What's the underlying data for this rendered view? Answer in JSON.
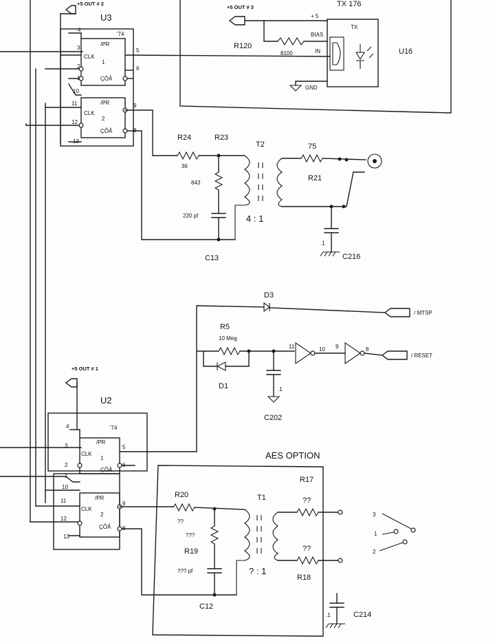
{
  "top": {
    "u3_power": "+5 OUT # 2",
    "u3_ref": "U3",
    "u3_type": "'74",
    "u3_pins": [
      "4",
      "3",
      "2",
      "1",
      "10",
      "11",
      "12",
      "13",
      "5",
      "6",
      "9",
      "8"
    ],
    "ff_pr": "/PR",
    "ff_clk": "CLK",
    "ff_q_bar": "ÇÕÅ",
    "ff1_num": "1",
    "ff2_num": "2",
    "tx_power": "+5 OUT # 3",
    "tx_title": "TX 176",
    "tx_plus5": "+ 5",
    "tx_label": "TX",
    "tx_bias": "BIAS",
    "tx_in": "IN",
    "tx_gnd": "GND",
    "tx_ref": "U16",
    "r120_ref": "R120",
    "r120_val": "8100",
    "r24_ref": "R24",
    "r24_val": "36",
    "r23_ref": "R23",
    "r23_val": "843",
    "c13_val": "220 pf",
    "c13_ref": "C13",
    "t2_ref": "T2",
    "t2_ratio": "4 : 1",
    "r21_val": "75",
    "r21_ref": "R21",
    "c216_val": ".1",
    "c216_ref": "C216"
  },
  "middle": {
    "d3_ref": "D3",
    "mtsp_label": "/ MTSP",
    "r5_ref": "R5",
    "r5_val": "10 Meg",
    "d1_ref": "D1",
    "inv1_in": "11",
    "inv1_out": "10",
    "inv2_in": "9",
    "inv2_out": "8",
    "reset_label": "/ RESET",
    "c202_val": ".1",
    "c202_ref": "C202"
  },
  "bottom": {
    "u2_power": "+5 OUT # 1",
    "u2_ref": "U2",
    "u2_type": "'74",
    "u2_pins": [
      "4",
      "3",
      "2",
      "1",
      "10",
      "11",
      "12",
      "13",
      "5",
      "6",
      "9",
      "8"
    ],
    "aes_title": "AES OPTION",
    "r20_ref": "R20",
    "r20_val": "??",
    "r19_val": "???",
    "r19_ref": "R19",
    "c12_val": "??? pf",
    "c12_ref": "C12",
    "t1_ref": "T1",
    "t1_ratio": "? : 1",
    "r17_ref": "R17",
    "r17_val": "??",
    "r18_val": "??",
    "r18_ref": "R18",
    "switch_pins": [
      "3",
      "1",
      "2"
    ],
    "c214_val": ".1",
    "c214_ref": "C214"
  }
}
